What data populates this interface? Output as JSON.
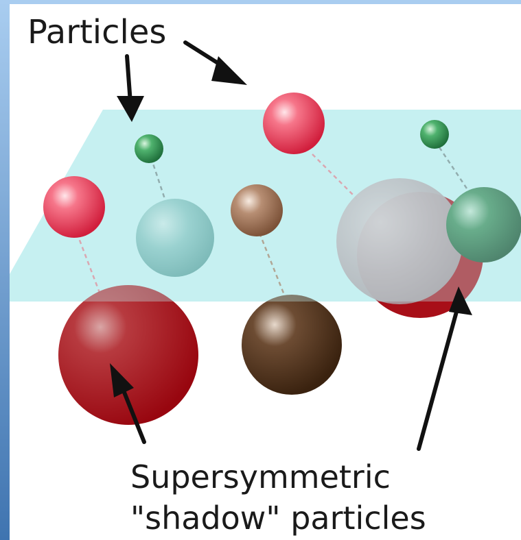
{
  "labels": {
    "particles": "Particles",
    "superpartners_line1": "Supersymmetric",
    "superpartners_line2": "\"shadow\" particles"
  },
  "colors": {
    "border_blue_top": "#a9cdf0",
    "border_blue_bottom": "#3f74b0",
    "plane_cyan": "#bfeef0",
    "pink_particle": "#e8435a",
    "small_green_particle": "#2f9a55",
    "tan_particle": "#a98065",
    "shadow_teal": "#7cbcb8",
    "shadow_dark_red": "#a80f18",
    "shadow_dark_brown": "#4a2f1a",
    "shadow_pale_mauve": "#b8a8ad",
    "shadow_dark_green": "#1e6b3a",
    "pink_dash": "#e88290",
    "gray_dash": "#7a8a8a"
  }
}
